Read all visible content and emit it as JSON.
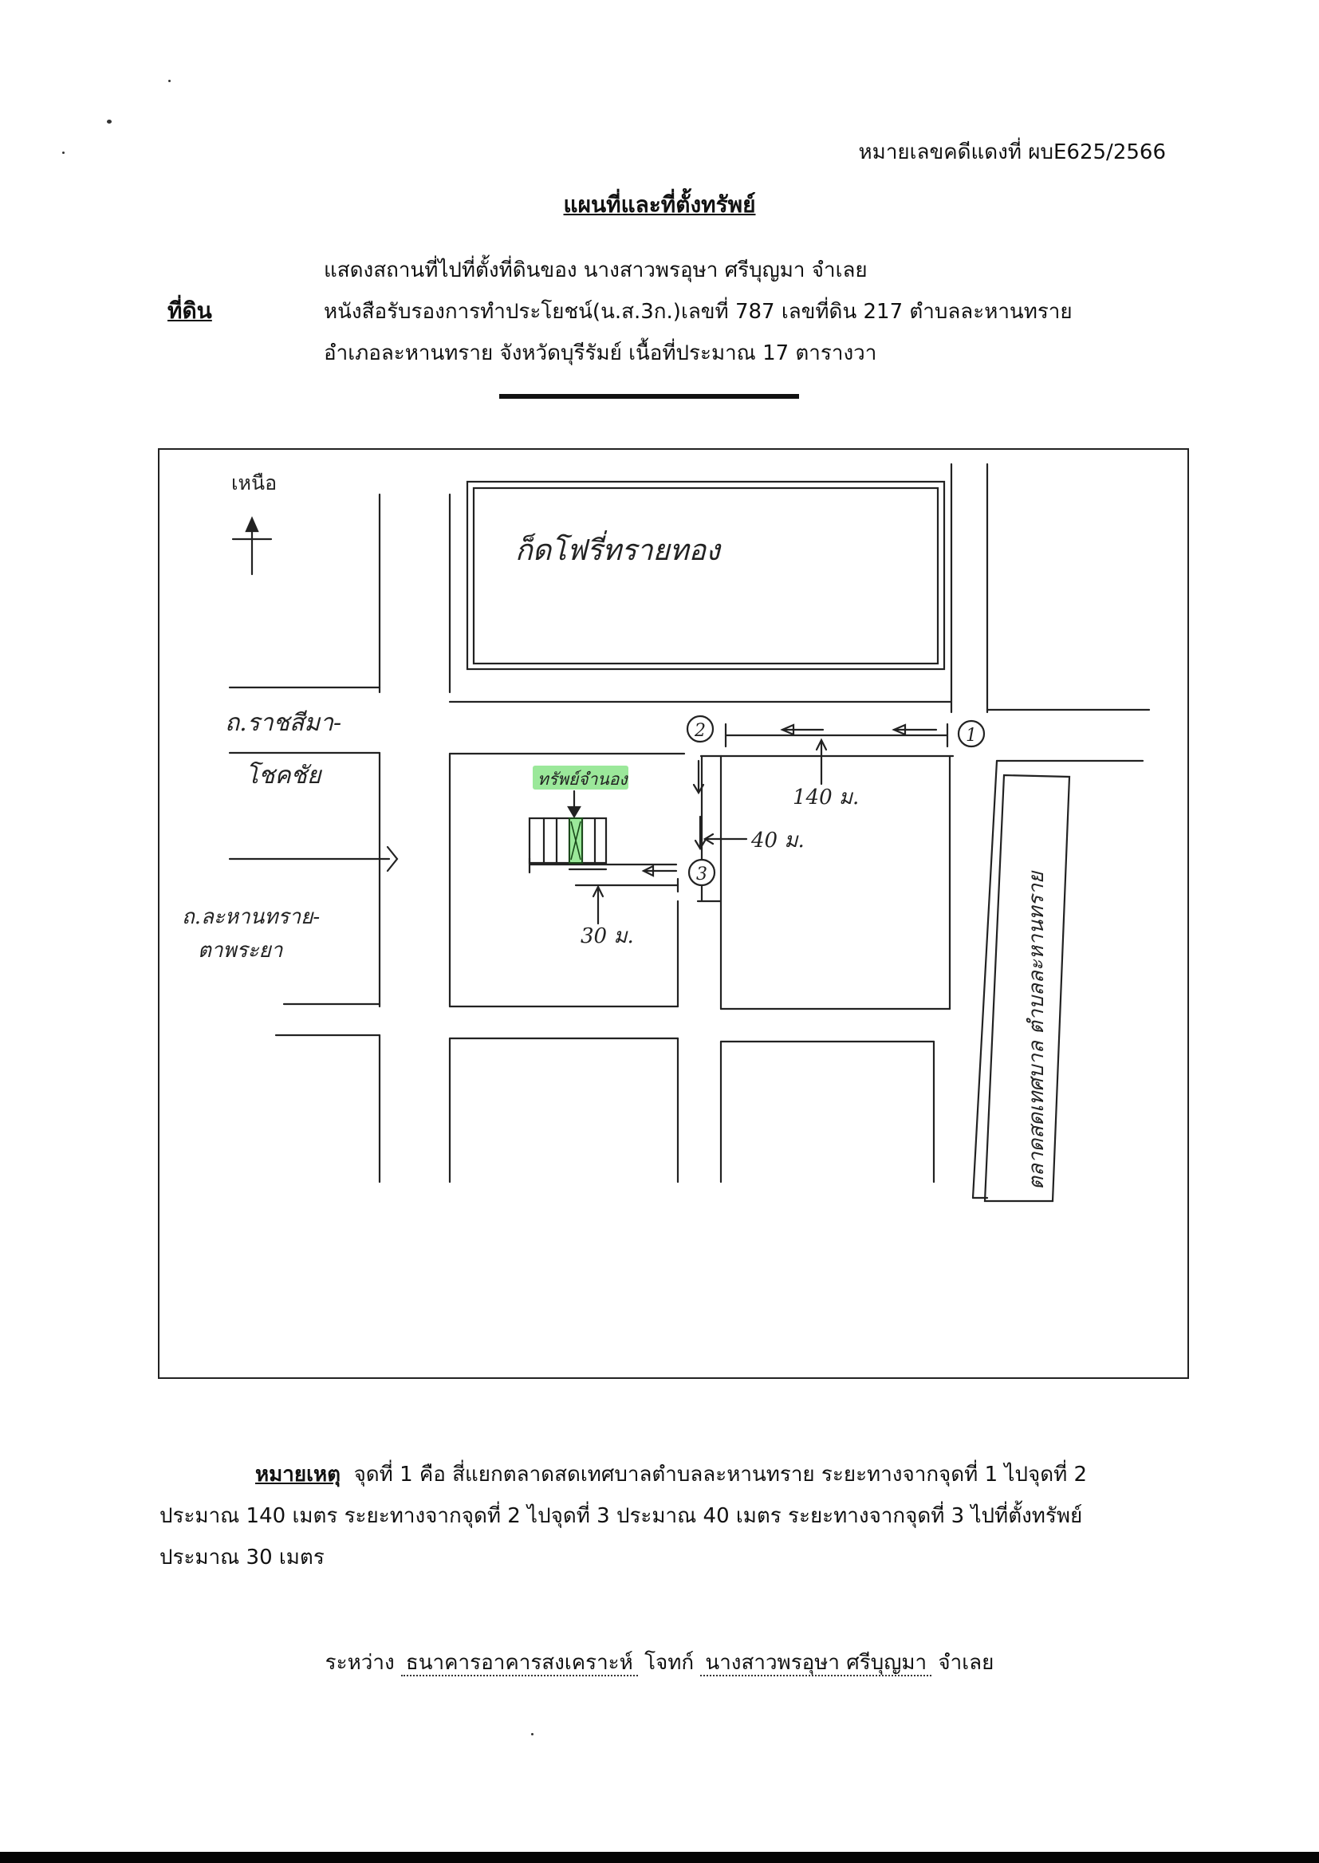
{
  "header": {
    "case_number": "หมายเลขคดีแดงที่ ผบE625/2566",
    "title": "แผนที่และที่ตั้งทรัพย์"
  },
  "property": {
    "label": "ที่ดิน",
    "line1": "แสดงสถานที่ไปที่ตั้งที่ดินของ  นางสาวพรอุษา ศรีบุญมา  จำเลย",
    "line2": "หนังสือรับรองการทำประโยชน์(น.ส.3ก.)เลขที่  787  เลขที่ดิน  217  ตำบลละหานทราย",
    "line3": "อำเภอละหานทราย  จังหวัดบุรีรัมย์  เนื้อที่ประมาณ  17  ตารางวา"
  },
  "map": {
    "north_label": "เหนือ",
    "block_label_top": "ก็ดโฟรี่ทรายทอง",
    "road_1": "ถ.ราชสีมา-",
    "road_1b": "โชคชัย",
    "road_2": "ถ.ละหานทราย-",
    "road_2b": "ตาพระยา",
    "market_label": "ตลาดสดเทศบาล ตำบลละหานทราย",
    "property_tag": "ทรัพย์จำนอง",
    "dist_140": "140 ม.",
    "dist_40": "40 ม.",
    "dist_30": "30 ม.",
    "points": [
      "1",
      "2",
      "3"
    ],
    "highlight_color": "#9be89a"
  },
  "remarks": {
    "heading": "หมายเหตุ",
    "text": "จุดที่ 1 คือ สี่แยกตลาดสดเทศบาลตำบลละหานทราย ระยะทางจากจุดที่ 1 ไปจุดที่ 2 ประมาณ 140 เมตร ระยะทางจากจุดที่ 2 ไปจุดที่ 3 ประมาณ 40 เมตร ระยะทางจากจุดที่ 3 ไปที่ตั้งทรัพย์ ประมาณ 30 เมตร"
  },
  "parties": {
    "between": "ระหว่าง",
    "plaintiff": "ธนาคารอาคารสงเคราะห์",
    "plaintiff_role": "โจทก์",
    "defendant": "นางสาวพรอุษา ศรีบุญมา",
    "defendant_role": "จำเลย"
  }
}
